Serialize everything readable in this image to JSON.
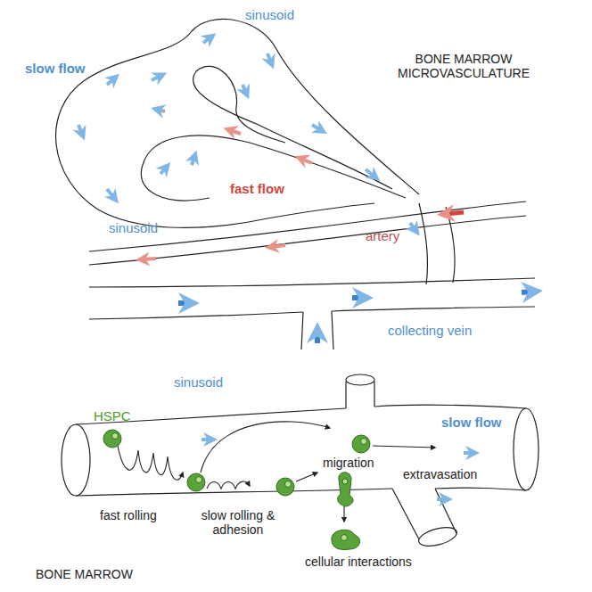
{
  "diagram": {
    "labels": [
      "sinusoid",
      "slow flow",
      "BONE MARROW MICROVASCULATURE",
      "fast flow",
      "sinusoid",
      "artery",
      "collecting vein",
      "sinusoid",
      "HSPC",
      "slow flow",
      "fast rolling",
      "slow rolling & adhesion",
      "migration",
      "extravasation",
      "cellular interactions",
      "BONE MARROW"
    ]
  }
}
